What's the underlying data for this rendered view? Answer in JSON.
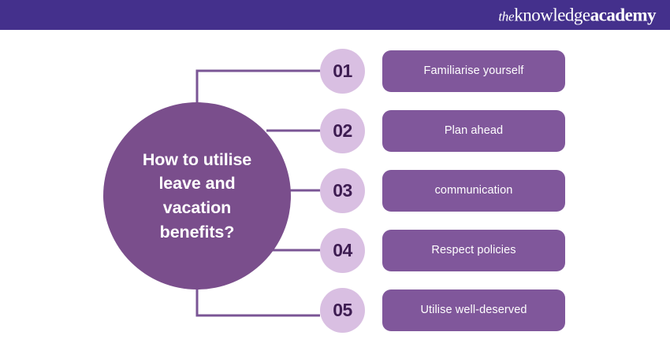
{
  "header": {
    "background_color": "#44308C",
    "logo": {
      "name": "theknowledgeacademy",
      "part_the": "the",
      "part_knowledge": "knowledge",
      "part_academy": "academy"
    }
  },
  "colors": {
    "header_bar": "#44308C",
    "hub_circle": "#7A4E8C",
    "badge_circle": "#D9BFE2",
    "badge_number_text": "#3E1D52",
    "pill_box": "#80579B",
    "connector_line": "#7A5595",
    "page_background": "#FFFFFF",
    "label_text": "#FFFFFF"
  },
  "hub": {
    "title": "How to utilise leave and vacation benefits?"
  },
  "steps": [
    {
      "number": "01",
      "label": "Familiarise yourself"
    },
    {
      "number": "02",
      "label": "Plan ahead"
    },
    {
      "number": "03",
      "label": "communication"
    },
    {
      "number": "04",
      "label": "Respect policies"
    },
    {
      "number": "05",
      "label": "Utilise well-deserved"
    }
  ]
}
